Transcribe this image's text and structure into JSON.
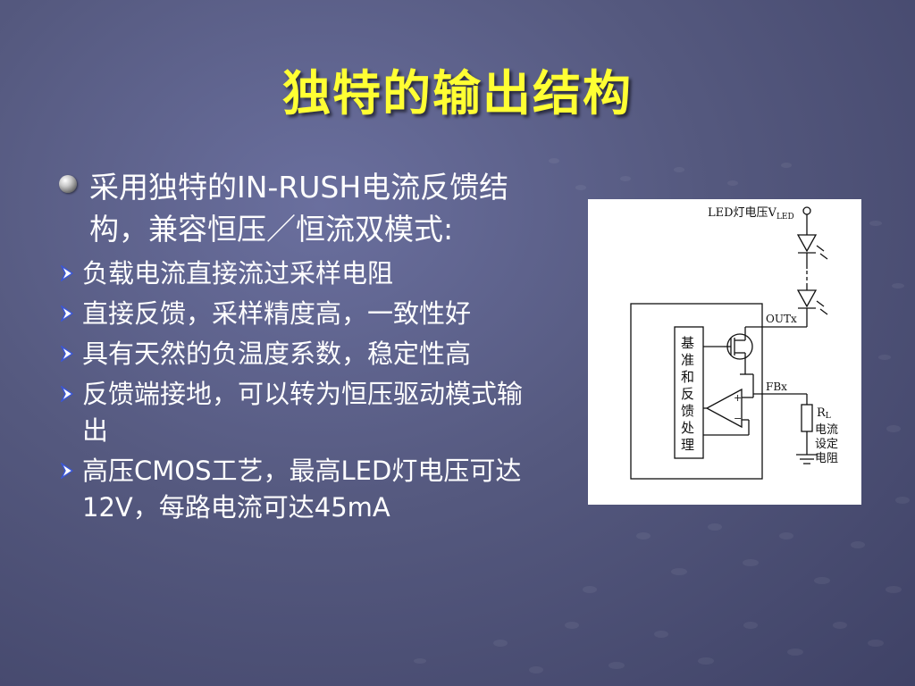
{
  "slide": {
    "title": "独特的输出结构",
    "main_bullet": "采用独特的IN-RUSH电流反馈结构，兼容恒压／恒流双模式:",
    "sub_bullets": [
      "负载电流直接流过采样电阻",
      "直接反馈，采样精度高，一致性好",
      "具有天然的负温度系数，稳定性高",
      "反馈端接地，可以转为恒压驱动模式输出",
      "高压CMOS工艺，最高LED灯电压可达12V，每路电流可达45mA"
    ]
  },
  "diagram": {
    "vled_label": "LED灯电压V",
    "vled_sub": "LED",
    "outx_label": "OUTx",
    "fbx_label": "FBx",
    "block_chars": [
      "基",
      "准",
      "和",
      "反",
      "馈",
      "处",
      "理"
    ],
    "rl_label": "R",
    "rl_sub": "L",
    "resistor_caption": [
      "电流",
      "设定",
      "电阻"
    ],
    "opamp_plus": "+",
    "opamp_minus": "−"
  },
  "colors": {
    "title": "#ffff33",
    "text": "#ffffff",
    "bullet_arrow": "#3a56d8",
    "background": "#55597f"
  },
  "icons": {
    "main_bullet": "sphere-bullet-icon",
    "sub_bullet": "arrowhead-bullet-icon"
  }
}
